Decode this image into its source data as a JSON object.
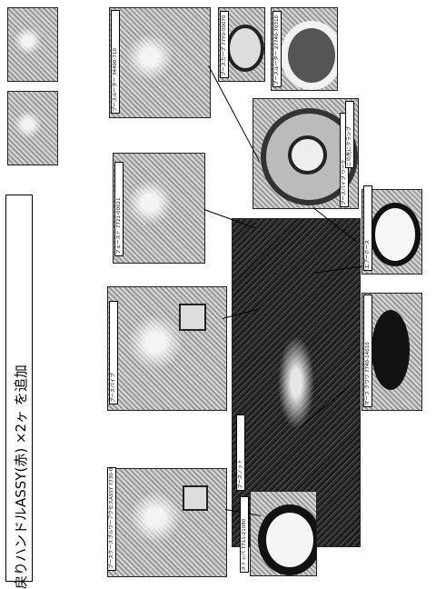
{
  "title": "戻りハンドルASSY(赤) ×2ヶ を追加",
  "parts": [
    {
      "label": "ブースケースブルワーアクセスASSY 7730-00010"
    },
    {
      "label": "ストッパ 7711-21080"
    },
    {
      "label": "ブースパイプ"
    },
    {
      "label": "フェースト 7721-00021"
    },
    {
      "label": "マーフ クワワ 7740-14010"
    },
    {
      "label": "ブースルーター 34400-710"
    },
    {
      "label": "ブースカーブ 77Y0-00070"
    },
    {
      "label": "ブースルーター 27740-70310"
    },
    {
      "label": "エアーホース"
    },
    {
      "label": "ブースパイプ ワーケ"
    },
    {
      "label": "ブースノット"
    },
    {
      "label": "この先にクランプ"
    }
  ]
}
